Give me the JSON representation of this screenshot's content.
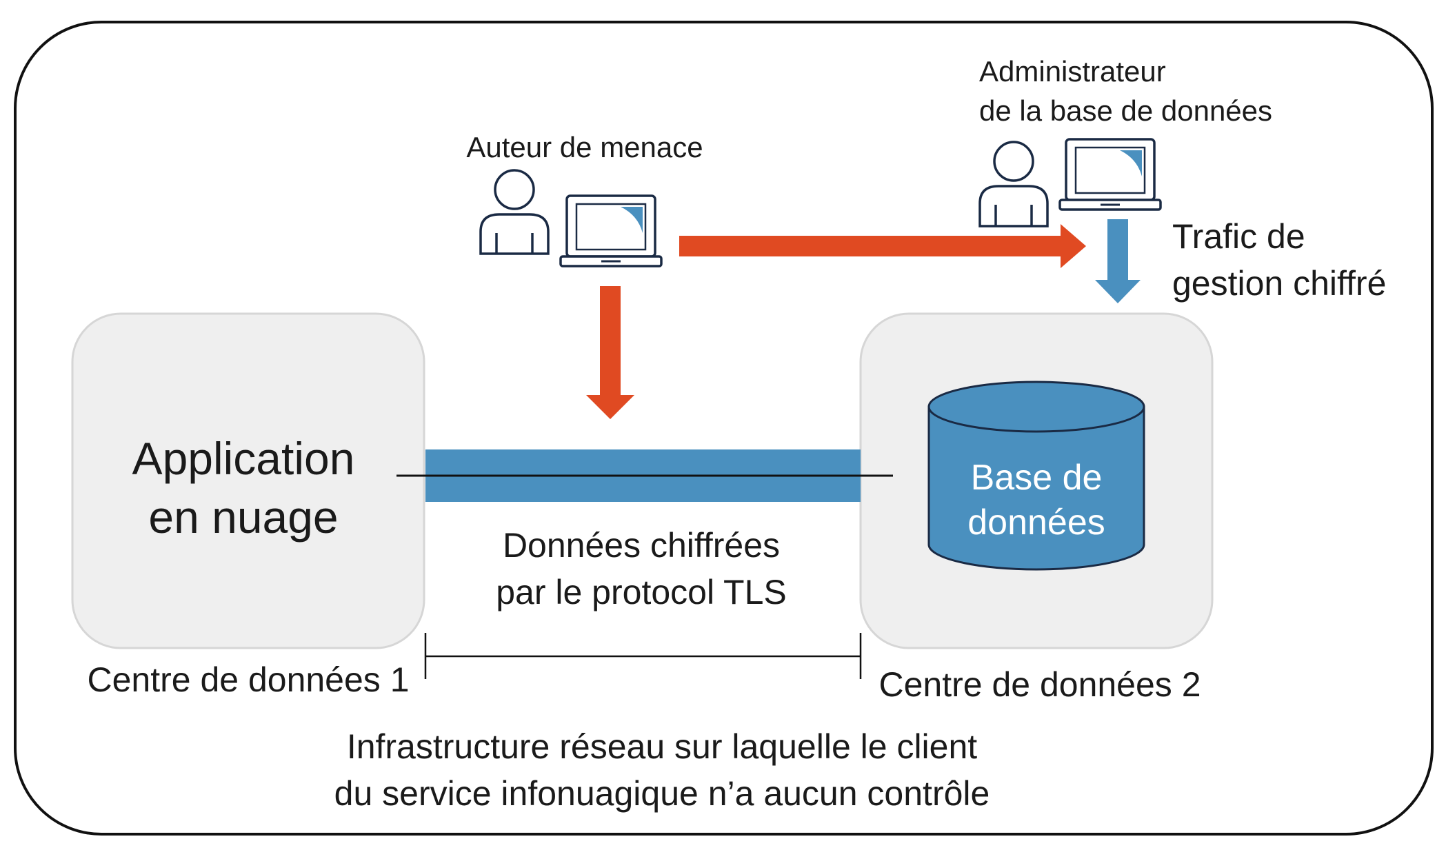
{
  "diagram": {
    "app_box": {
      "line1": "Application",
      "line2": "en nuage"
    },
    "dc1_label": "Centre de données 1",
    "dc2_label": "Centre de données 2",
    "database": {
      "line1": "Base de",
      "line2": "données"
    },
    "tls_caption": {
      "line1": "Données chiffrées",
      "line2": "par le protocol TLS"
    },
    "threat_actor_label": "Auteur de menace",
    "db_admin_label": {
      "line1": "Administrateur",
      "line2": "de la base de données"
    },
    "mgmt_traffic_label": {
      "line1": "Trafic de",
      "line2": "gestion chiffré"
    },
    "infrastructure_caption": {
      "line1": "Infrastructure réseau sur laquelle le client",
      "line2": "du service infonuagique n’a aucun contrôle"
    },
    "icons": [
      "person-icon",
      "laptop-icon"
    ],
    "colors": {
      "threat_arrow": "#e04a22",
      "encrypted_flow": "#4a90bf",
      "datacenter_fill": "#efefef",
      "outline": "#1a2a44"
    }
  }
}
